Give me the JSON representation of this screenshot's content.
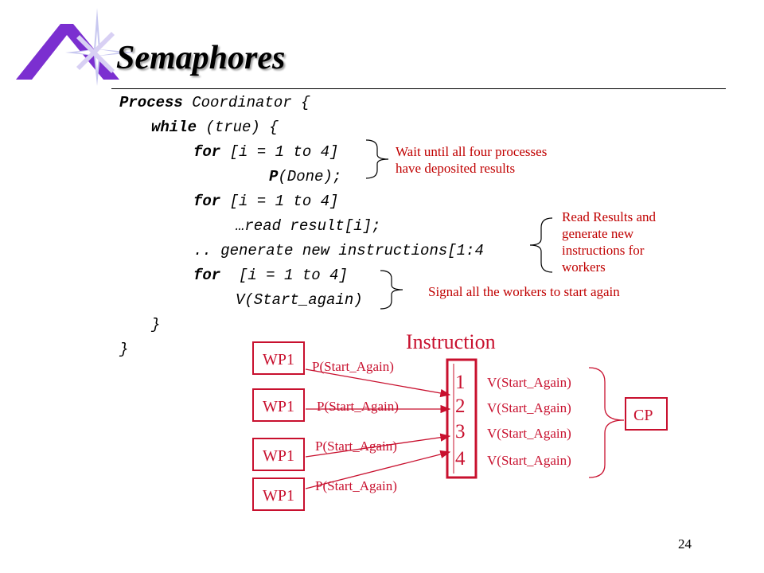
{
  "slide": {
    "title": "Semaphores",
    "page_number": "24"
  },
  "code": {
    "line1_kw": "Process",
    "line1_rest": " Coordinator {",
    "line2_kw": "while",
    "line2_rest": " (true) {",
    "line3_kw": "for",
    "line3_rest": " [i = 1 to 4]",
    "line4_kw": "P",
    "line4_rest": "(Done);",
    "line5_kw": "for",
    "line5_rest": " [i = 1 to 4]",
    "line6": "…read result[i];",
    "line7": ".. generate new instructions[1:4",
    "line8_kw": "for",
    "line8_rest": "  [i = 1 to 4]",
    "line9": "V(Start_again)",
    "line10": "}",
    "line11": "}"
  },
  "annotations": {
    "wait_line1": "Wait until all four processes",
    "wait_line2": "have deposited results",
    "read_line1": "Read Results and",
    "read_line2": "generate new",
    "read_line3": "instructions for",
    "read_line4": "workers",
    "signal": "Signal all the workers to start again"
  },
  "diagram": {
    "instruction_label": "Instruction",
    "slots": [
      "1",
      "2",
      "3",
      "4"
    ],
    "workers": [
      "WP1",
      "WP1",
      "WP1",
      "WP1"
    ],
    "worker_ops": [
      "P(Start_Again)",
      "P(Start_Again)",
      "P(Start_Again)",
      "P(Start_Again)"
    ],
    "coordinator_ops": [
      "V(Start_Again)",
      "V(Start_Again)",
      "V(Start_Again)",
      "V(Start_Again)"
    ],
    "coordinator_label": "CP",
    "color": "#c8102e"
  },
  "colors": {
    "logo_purple": "#7b2fd0",
    "annotation": "#c00000"
  }
}
